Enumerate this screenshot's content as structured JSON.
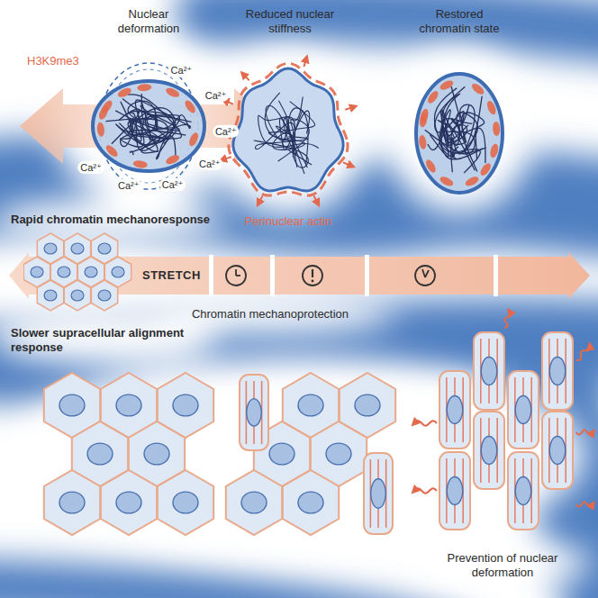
{
  "diagram": {
    "nodes": [
      {
        "text": [
          "STRETCH"
        ]
      }
    ],
    "labels": [
      "Nuclear deformation",
      "Reduced nuclear stiffness",
      "Restored chromatin state",
      "H3K9me3",
      "Ca²⁺",
      "Ca²⁺",
      "Ca²⁺",
      "Ca²⁺",
      "Ca²⁺",
      "Ca²⁺",
      "Ca²⁺",
      "Perinuclear actin",
      "Rapid chromatin mechanoresponse",
      "Chromatin mechanoprotection",
      "Slower supracellular alignment response",
      "Prevention of nuclear deformation"
    ]
  }
}
